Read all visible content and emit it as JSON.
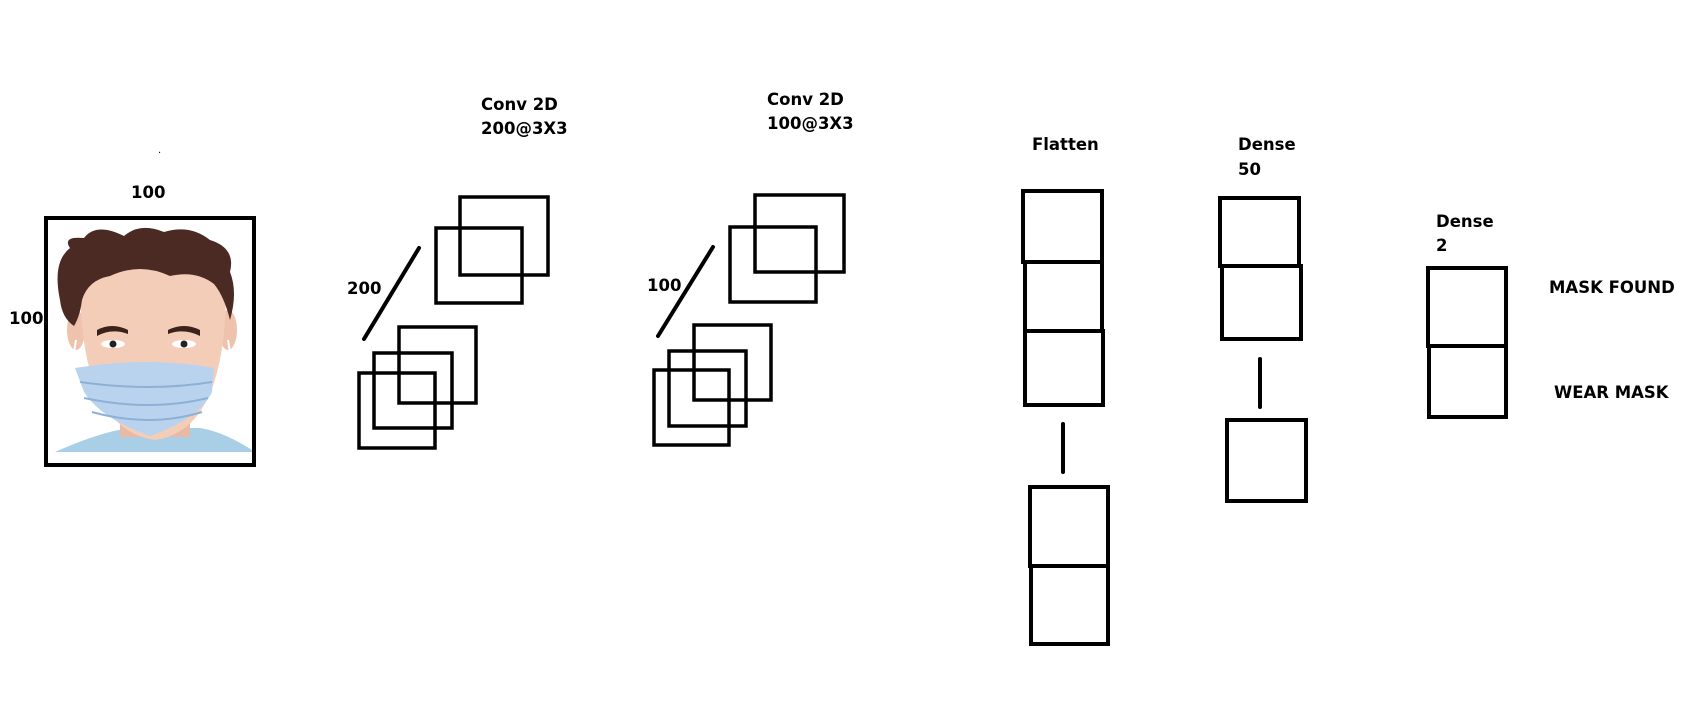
{
  "input": {
    "width_label": "100",
    "height_label": "100"
  },
  "conv1": {
    "title": "Conv 2D",
    "filters": "200@3X3",
    "count_label": "200"
  },
  "conv2": {
    "title": "Conv 2D",
    "filters": "100@3X3",
    "count_label": "100"
  },
  "flatten": {
    "title": "Flatten"
  },
  "dense1": {
    "title": "Dense",
    "units": "50"
  },
  "dense2": {
    "title": "Dense",
    "units": "2"
  },
  "outputs": {
    "class_1": "MASK FOUND",
    "class_2": "WEAR MASK"
  },
  "colors": {
    "hair": "#4a2a22",
    "skin": "#f2c9b4",
    "mask": "#b9d3ee",
    "shirt": "#a9cfe6",
    "stroke": "#000000"
  }
}
